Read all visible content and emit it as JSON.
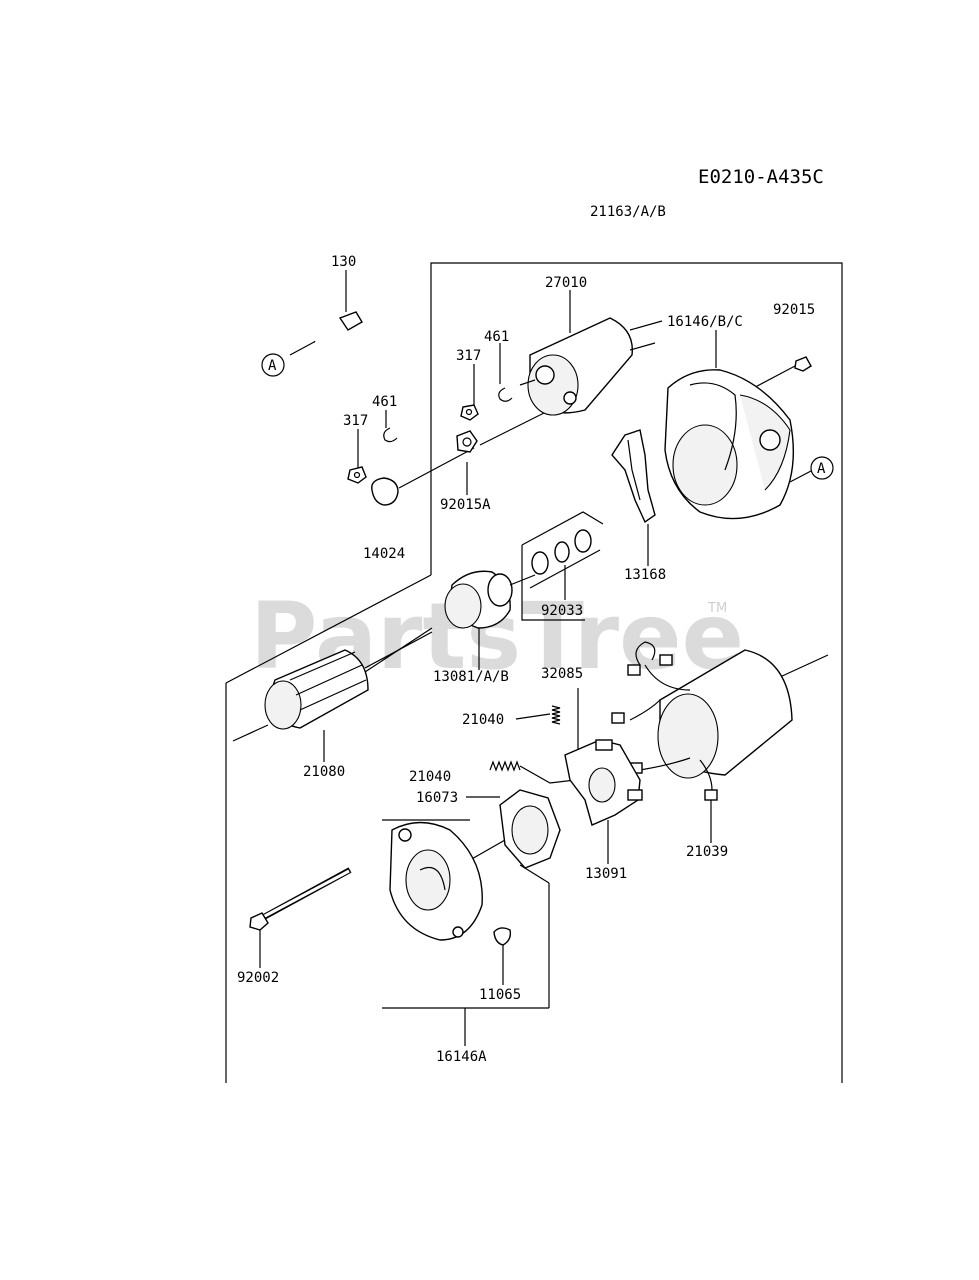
{
  "diagram": {
    "code": "E0210-A435C",
    "watermark": "PartsTree",
    "trademark": "TM",
    "callout_letter": "A",
    "labels": {
      "p21163": "21163/A/B",
      "p130": "130",
      "p27010": "27010",
      "p461_top": "461",
      "p16146bc": "16146/B/C",
      "p92015": "92015",
      "p317_top": "317",
      "p461_left": "461",
      "p317_left": "317",
      "p92015a": "92015A",
      "p14024": "14024",
      "p13168": "13168",
      "p92033": "92033",
      "p13081": "13081/A/B",
      "p32085": "32085",
      "p21040_a": "21040",
      "p21080": "21080",
      "p21040_b": "21040",
      "p16073": "16073",
      "p21039": "21039",
      "p13091": "13091",
      "p92002": "92002",
      "p11065": "11065",
      "p16146a": "16146A"
    }
  }
}
